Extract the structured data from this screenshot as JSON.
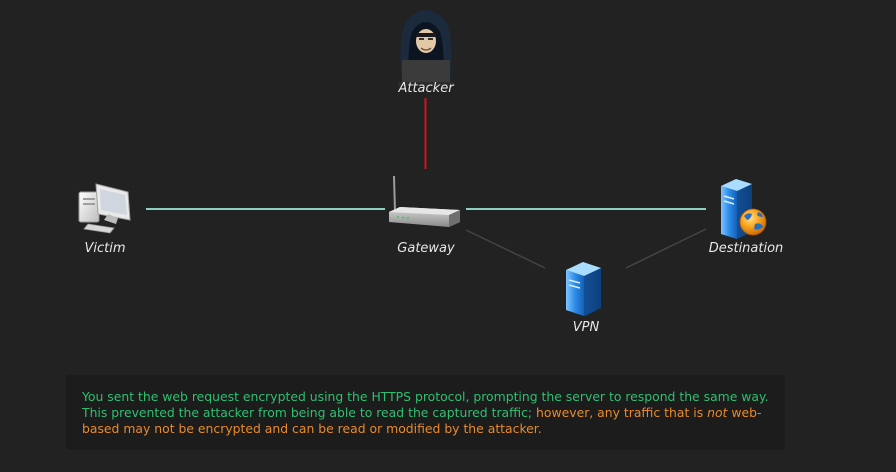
{
  "nodes": {
    "attacker": "Attacker",
    "victim": "Victim",
    "gateway": "Gateway",
    "destination": "Destination",
    "vpn": "VPN"
  },
  "icons": {
    "attacker": "hooded-hacker-icon",
    "victim": "desktop-computer-icon",
    "gateway": "router-icon",
    "destination": "web-server-globe-icon",
    "vpn": "server-icon"
  },
  "message": {
    "part1": "You sent the web request encrypted using the HTTPS protocol, prompting the server to respond the same way. This prevented the attacker from being able to read the captured traffic;",
    "part2": " however, any traffic that is ",
    "emphasis": "not",
    "part3": " web-based may not be encrypted and can be read or modified by the attacker."
  },
  "colors": {
    "background": "#232222",
    "main_link": "#8fd0c4",
    "attacker_link": "#d0141a",
    "vpn_link": "#444444",
    "success_text": "#2fbf71",
    "warning_text": "#e88a2c"
  }
}
